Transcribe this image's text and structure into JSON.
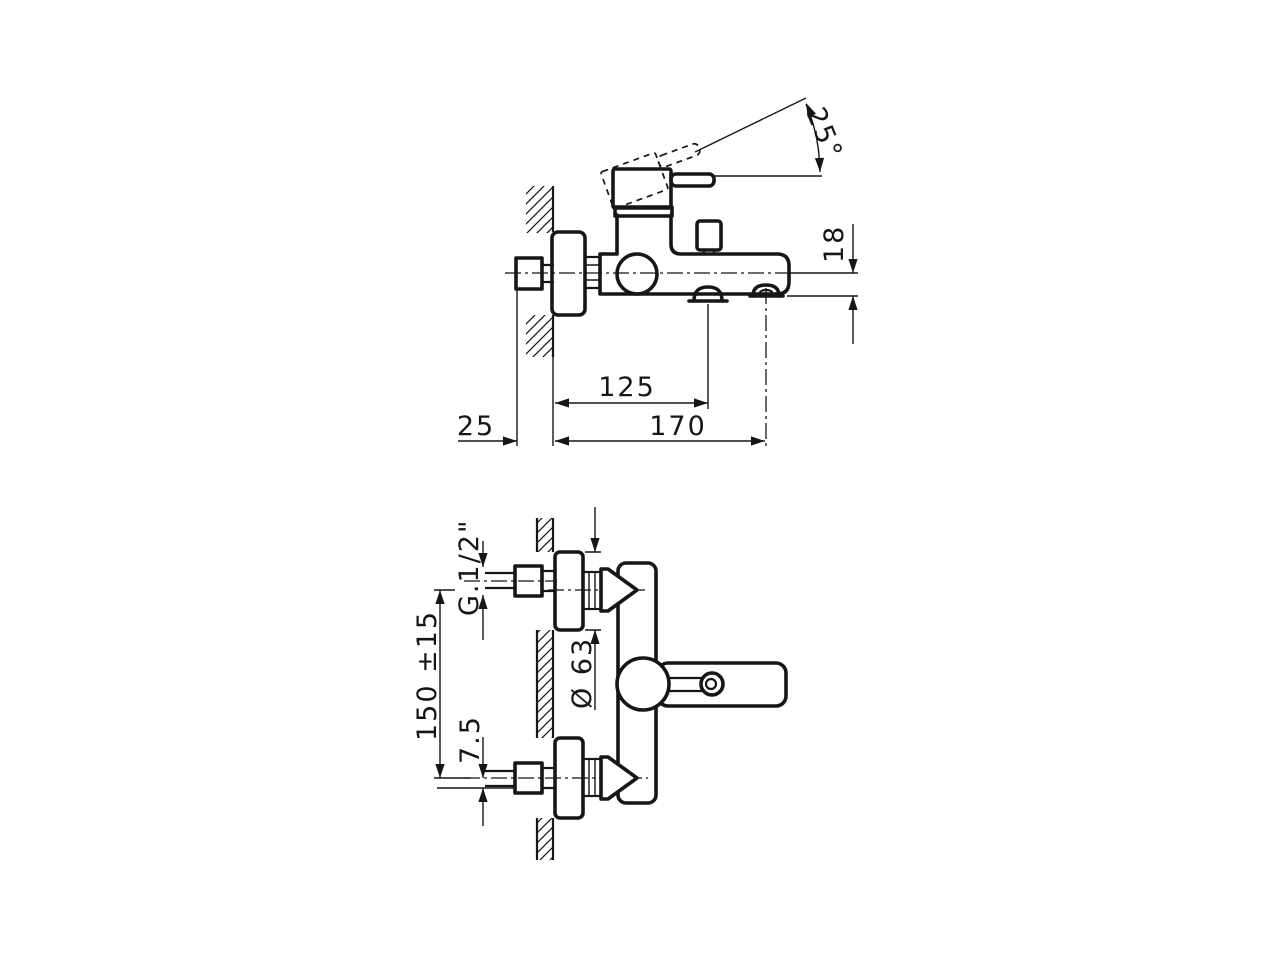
{
  "drawing": {
    "type": "technical-drawing",
    "subject": "wall-mounted single-lever bath mixer, two orthographic views",
    "colors": {
      "background": "#ffffff",
      "line": "#161616"
    },
    "views": {
      "side_view": {
        "dimensions": {
          "handle_angle": "25°",
          "outlet_drop": "18",
          "spout_outlet_reach": "125",
          "overall_reach": "170",
          "wall_clearance": "25"
        }
      },
      "plan_view": {
        "dimensions": {
          "thread_size": "G.1/2\"",
          "inlet_spacing": "150 ±15",
          "eccentric_offset": "7.5",
          "escutcheon_diameter": "Ø 63"
        }
      }
    }
  }
}
